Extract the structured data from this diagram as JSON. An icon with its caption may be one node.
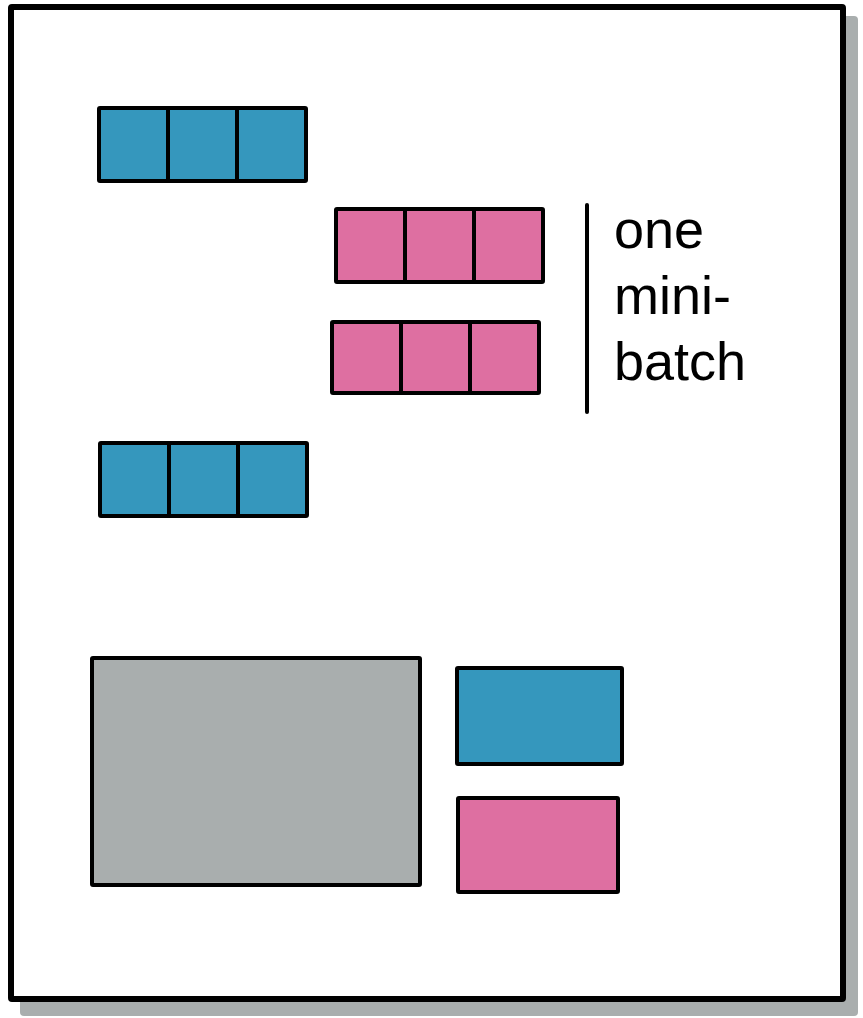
{
  "diagram": {
    "nodes": [
      {
        "text": [],
        "shape": "bar"
      },
      {
        "text": [],
        "shape": "bar"
      },
      {
        "text": [],
        "shape": "bar"
      },
      {
        "text": [],
        "shape": "bar"
      },
      {
        "text": [],
        "shape": "box"
      },
      {
        "text": [],
        "shape": "box"
      },
      {
        "text": [],
        "shape": "box"
      }
    ],
    "labels": [
      "one mini-batch"
    ]
  }
}
